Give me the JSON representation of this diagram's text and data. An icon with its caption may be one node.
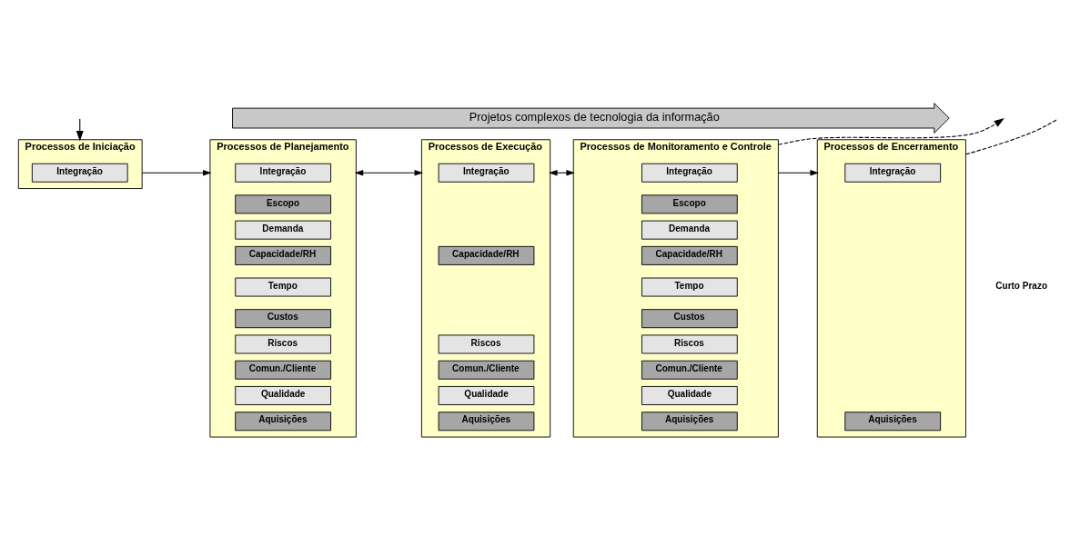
{
  "diagram": {
    "nodes": [
      {
        "text": [
          "Projetos complexos de tecnologia da informação"
        ]
      },
      {
        "text": [
          "Processos de Iniciação"
        ]
      },
      {
        "text": [
          "Integração"
        ],
        "in": 1
      },
      {
        "text": [
          "Processos de Planejamento"
        ]
      },
      {
        "text": [
          "Integração"
        ],
        "in": 3
      },
      {
        "text": [
          "Escopo"
        ],
        "in": 3
      },
      {
        "text": [
          "Demanda"
        ],
        "in": 3
      },
      {
        "text": [
          "Capacidade/RH"
        ],
        "in": 3
      },
      {
        "text": [
          "Tempo"
        ],
        "in": 3
      },
      {
        "text": [
          "Custos"
        ],
        "in": 3
      },
      {
        "text": [
          "Riscos"
        ],
        "in": 3
      },
      {
        "text": [
          "Comun./Cliente"
        ],
        "in": 3
      },
      {
        "text": [
          "Qualidade"
        ],
        "in": 3
      },
      {
        "text": [
          "Aquisições"
        ],
        "in": 3
      },
      {
        "text": [
          "Processos de Execução"
        ]
      },
      {
        "text": [
          "Integração"
        ],
        "in": 14
      },
      {
        "text": [
          "Capacidade/RH"
        ],
        "in": 14
      },
      {
        "text": [
          "Riscos"
        ],
        "in": 14
      },
      {
        "text": [
          "Comun./Cliente"
        ],
        "in": 14
      },
      {
        "text": [
          "Qualidade"
        ],
        "in": 14
      },
      {
        "text": [
          "Aquisições"
        ],
        "in": 14
      },
      {
        "text": [
          "Processos de Monitoramento e Controle"
        ]
      },
      {
        "text": [
          "Integração"
        ],
        "in": 21
      },
      {
        "text": [
          "Escopo"
        ],
        "in": 21
      },
      {
        "text": [
          "Demanda"
        ],
        "in": 21
      },
      {
        "text": [
          "Capacidade/RH"
        ],
        "in": 21
      },
      {
        "text": [
          "Tempo"
        ],
        "in": 21
      },
      {
        "text": [
          "Custos"
        ],
        "in": 21
      },
      {
        "text": [
          "Riscos"
        ],
        "in": 21
      },
      {
        "text": [
          "Comun./Cliente"
        ],
        "in": 21
      },
      {
        "text": [
          "Qualidade"
        ],
        "in": 21
      },
      {
        "text": [
          "Aquisições"
        ],
        "in": 21
      },
      {
        "text": [
          "Processos de Encerramento"
        ]
      },
      {
        "text": [
          "Integração"
        ],
        "in": 32
      },
      {
        "text": [
          "Aquisições"
        ],
        "in": 32
      }
    ],
    "edges": [
      {
        "from": null,
        "to": 1,
        "arrow": "to"
      },
      {
        "from": 1,
        "to": 3,
        "arrow": "to"
      },
      {
        "from": 3,
        "to": 14,
        "arrow": "both"
      },
      {
        "from": 14,
        "to": 21,
        "arrow": "both"
      },
      {
        "from": 21,
        "to": 32,
        "arrow": "to"
      },
      {
        "from": 21,
        "to": null,
        "arrow": "to",
        "style": "dashed"
      },
      {
        "from": 32,
        "to": null,
        "arrow": "none",
        "style": "dashed"
      }
    ],
    "labels": [
      "Curto Prazo"
    ]
  }
}
